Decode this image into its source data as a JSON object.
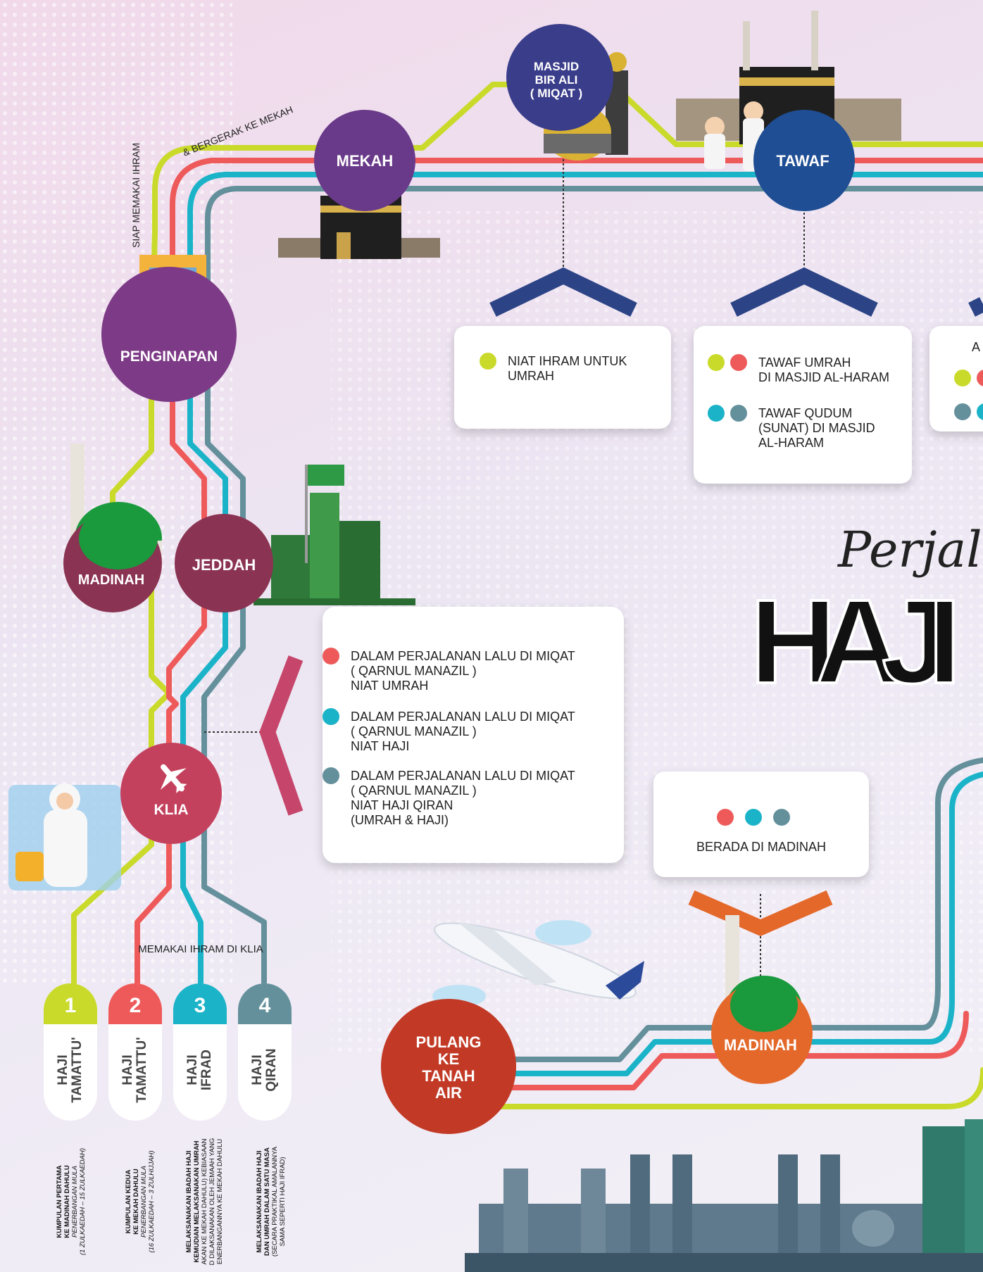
{
  "title": {
    "script": "Perjala",
    "main": "HAJI"
  },
  "nodes": {
    "masjid_bir_ali": {
      "line1": "MASJID",
      "line2": "BIR ALI",
      "line3": "( MIQAT )"
    },
    "mekah": "MEKAH",
    "tawaf": "TAWAF",
    "penginapan": "PENGINAPAN",
    "madinah": "MADINAH",
    "jeddah": "JEDDAH",
    "klia": "KLIA",
    "pulang": {
      "line1": "PULANG",
      "line2": "KE",
      "line3": "TANAH",
      "line4": "AIR"
    }
  },
  "annotations": {
    "ihram_vertical": "SIAP MEMAKAI IHRAM",
    "ihram_arc": "& BERGERAK KE MEKAH",
    "ihram_klia": "MEMAKAI IHRAM DI KLIA"
  },
  "cards": {
    "miqat": [
      "NIAT IHRAM UNTUK\nUMRAH"
    ],
    "tawaf": [
      "TAWAF UMRAH\nDI MASJID AL-HARAM",
      "TAWAF QUDUM\n(SUNAT)  DI MASJID\nAL-HARAM"
    ],
    "partial_text": "A",
    "klia": [
      "DALAM PERJALANAN LALU DI MIQAT\n( QARNUL MANAZIL )\nNIAT UMRAH",
      "DALAM PERJALANAN LALU DI MIQAT\n( QARNUL MANAZIL )\nNIAT HAJI",
      "DALAM PERJALANAN LALU DI MIQAT\n( QARNUL MANAZIL )\nNIAT HAJI QIRAN\n(UMRAH & HAJI)"
    ],
    "madinah": "BERADA DI MADINAH"
  },
  "pills": [
    {
      "number": "1",
      "label": "HAJI\nTAMATTU'",
      "desc_bold": "KUMPULAN PERTAMA\nKE MADINAH DAHULU",
      "desc_italic": "PENERBANGAN MULA\n(1 ZULKAEDAH – 15 ZULKAEDAH)"
    },
    {
      "number": "2",
      "label": "HAJI\nTAMATTU'",
      "desc_bold": "KUMPULAN KEDUA\nKE MEKAH DAHULU",
      "desc_italic": "PENERBANGAN MULA\n(16 ZULKAEDAH – 3 ZULHIJJAH)"
    },
    {
      "number": "3",
      "label": "HAJI\nIFRAD",
      "desc_bold": "MELAKSANAKAN IBADAH HAJI\nKEMUDIAN MELAKSANAKAN UMRAH",
      "desc_normal": "AKAN KE MEKAH DAHULU) KEBIASAAN\nD DILAKSANAKAN OLEH JEMAAH YANG\nENERBANGANNYA KE MEKAH DAHULU"
    },
    {
      "number": "4",
      "label": "HAJI\nQIRAN",
      "desc_bold": "MELAKSANAKAN IBADAH HAJI\nDAN UMRAH DALAM SATU MASA",
      "desc_normal": "(SECARA PRAKTIKAL AMALANNYA\nSAMA SEPERTI HAJI IFRAD)"
    }
  ],
  "colors": {
    "lime": "#c9da2a",
    "red": "#ee5a5a",
    "cyan": "#1bb3c8",
    "grey": "#64909c"
  }
}
